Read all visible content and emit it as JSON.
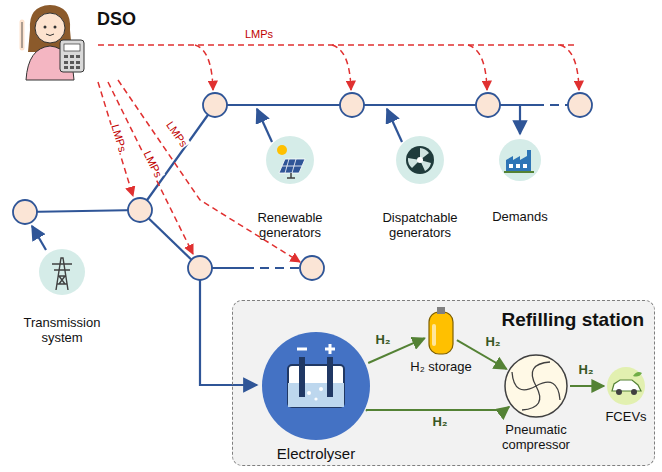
{
  "diagram": {
    "nodes": [
      {
        "text": [
          "Refilling station"
        ]
      },
      {
        "text": [
          "Electrolyser"
        ],
        "in": 0
      },
      {
        "text": [
          "H₂ storage"
        ],
        "in": 0
      },
      {
        "text": [
          "Pneumatic compressor"
        ],
        "in": 0
      },
      {
        "text": [
          "FCEVs"
        ],
        "in": 0
      },
      {
        "text": [
          "Renewable generators"
        ]
      },
      {
        "text": [
          "Dispatchable generators"
        ]
      },
      {
        "text": [
          "Demands"
        ]
      },
      {
        "text": [
          "Transmission system"
        ]
      }
    ],
    "edges": [
      {
        "from": 1,
        "to": 2,
        "label": "H₂",
        "arrow": "to"
      },
      {
        "from": 1,
        "to": 3,
        "label": "H₂",
        "arrow": "to"
      },
      {
        "from": 2,
        "to": 3,
        "label": "H₂",
        "arrow": "to"
      },
      {
        "from": 3,
        "to": 4,
        "label": "H₂",
        "arrow": "to"
      }
    ],
    "labels": [
      "DSO",
      "LMPs",
      "LMPs",
      "LMPs",
      "LMPs"
    ]
  }
}
